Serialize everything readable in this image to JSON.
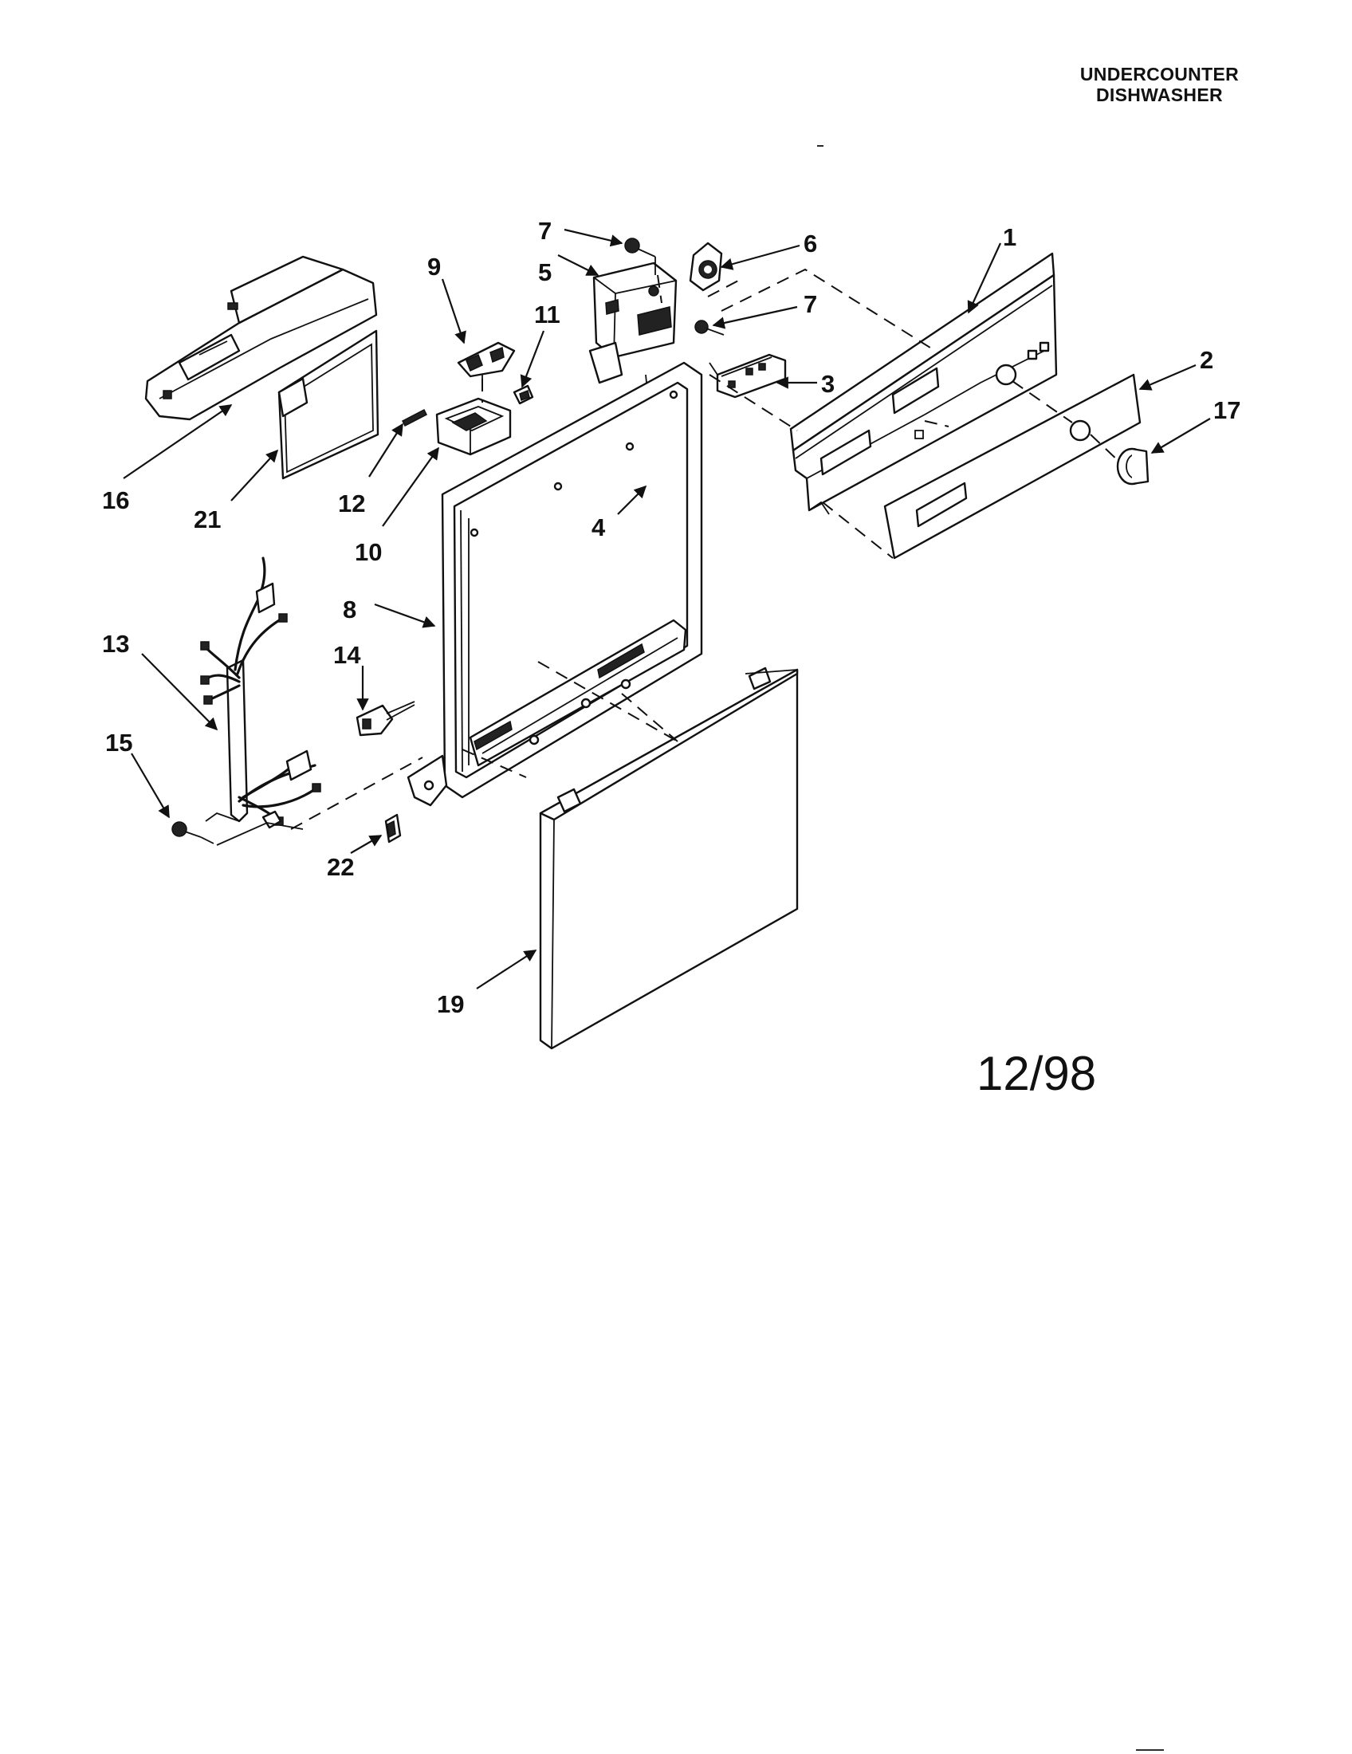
{
  "header": {
    "title_line1": "UNDERCOUNTER",
    "title_line2": "DISHWASHER"
  },
  "date_code": "12/98",
  "callouts": [
    {
      "id": "c1",
      "label": "1"
    },
    {
      "id": "c2",
      "label": "2"
    },
    {
      "id": "c3",
      "label": "3"
    },
    {
      "id": "c4",
      "label": "4"
    },
    {
      "id": "c5",
      "label": "5"
    },
    {
      "id": "c6",
      "label": "6"
    },
    {
      "id": "c7a",
      "label": "7"
    },
    {
      "id": "c7b",
      "label": "7"
    },
    {
      "id": "c8",
      "label": "8"
    },
    {
      "id": "c9",
      "label": "9"
    },
    {
      "id": "c10",
      "label": "10"
    },
    {
      "id": "c11",
      "label": "11"
    },
    {
      "id": "c12",
      "label": "12"
    },
    {
      "id": "c13",
      "label": "13"
    },
    {
      "id": "c14",
      "label": "14"
    },
    {
      "id": "c15",
      "label": "15"
    },
    {
      "id": "c16",
      "label": "16"
    },
    {
      "id": "c17",
      "label": "17"
    },
    {
      "id": "c19",
      "label": "19"
    },
    {
      "id": "c21",
      "label": "21"
    },
    {
      "id": "c22",
      "label": "22"
    }
  ]
}
